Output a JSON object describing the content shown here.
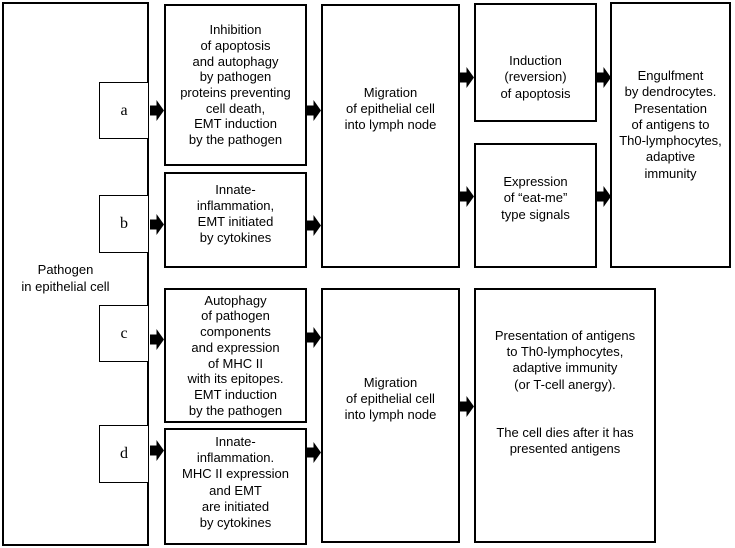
{
  "diagram": {
    "pathogen_box": {
      "label": "Pathogen\nin epithelial cell"
    },
    "branches": {
      "a": "a",
      "b": "b",
      "c": "c",
      "d": "d"
    },
    "boxes": {
      "inhibition": "Inhibition\nof apoptosis\nand autophagy\nby pathogen\nproteins preventing\ncell death,\nEMT induction\nby the pathogen",
      "innate_b": "Innate-\ninflammation,\nEMT initiated\nby cytokines",
      "migration_top": "Migration\nof epithelial cell\ninto lymph node",
      "induction": "Induction\n(reversion)\nof apoptosis",
      "expression": "Expression\nof “eat-me”\ntype signals",
      "engulfment": "Engulfment\nby dendrocytes.\nPresentation\nof antigens to\nTh0-lymphocytes,\nadaptive\nimmunity",
      "autophagy": "Autophagy\nof pathogen\ncomponents\nand expression\nof MHC II\nwith its epitopes.\nEMT induction\nby the pathogen",
      "innate_d": "Innate-\ninflammation.\nMHC II expression\nand EMT\nare initiated\nby cytokines",
      "migration_bottom": "Migration\nof epithelial cell\ninto lymph node",
      "presentation": "Presentation of antigens\nto Th0-lymphocytes,\nadaptive immunity\n(or T-cell anergy).\n\n\nThe cell dies after it has\npresented antigens"
    },
    "icons": {
      "flow_arrow": "solid-right-block-arrow"
    },
    "colors": {
      "line": "#000000",
      "background": "#ffffff",
      "text": "#000000"
    }
  }
}
